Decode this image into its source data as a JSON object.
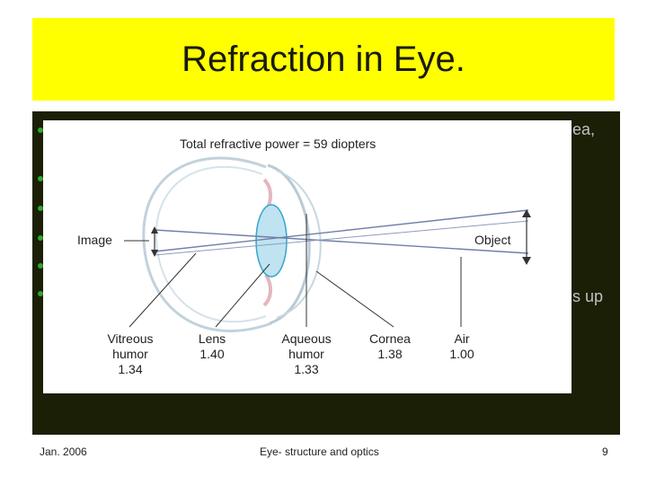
{
  "slide": {
    "title": "Refraction in Eye.",
    "partial_texts": [
      "ea,",
      "s up"
    ]
  },
  "figure": {
    "heading": "Total refractive power = 59 diopters",
    "labels": {
      "image": "Image",
      "object": "Object"
    },
    "media": [
      {
        "name": "Vitreous",
        "name2": "humor",
        "index": "1.34"
      },
      {
        "name": "Lens",
        "name2": "",
        "index": "1.40"
      },
      {
        "name": "Aqueous",
        "name2": "humor",
        "index": "1.33"
      },
      {
        "name": "Cornea",
        "name2": "",
        "index": "1.38"
      },
      {
        "name": "Air",
        "name2": "",
        "index": "1.00"
      }
    ]
  },
  "footer": {
    "date": "Jan. 2006",
    "center": "Eye- structure and optics",
    "page": "9"
  },
  "colors": {
    "title_background": "#ffff00",
    "content_background": "#1a1f06",
    "bullet": "#2da82d",
    "lens_fill": "#bfe3f0",
    "lens_stroke": "#35a6d0",
    "eye_outline": "#c2d2dc"
  }
}
